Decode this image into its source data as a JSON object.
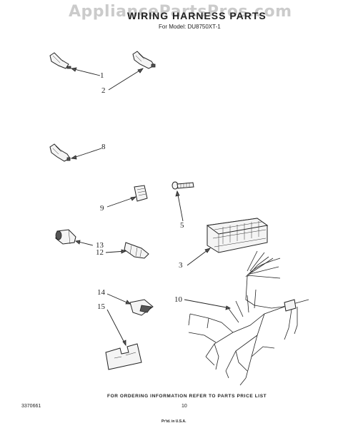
{
  "watermark": "AppliancePartsPros.com",
  "header": {
    "title": "WIRING HARNESS PARTS",
    "subtitle": "For Model: DU8750XT-1"
  },
  "callouts": {
    "c1": "1",
    "c2": "2",
    "c3": "3",
    "c5": "5",
    "c8": "8",
    "c9": "9",
    "c10": "10",
    "c12": "12",
    "c13": "13",
    "c14": "14",
    "c15": "15"
  },
  "footer": {
    "ordering_note": "FOR ORDERING INFORMATION REFER TO PARTS PRICE LIST",
    "doc_number": "3370661",
    "page_number": "10",
    "print_code": "Pr'td. in U.S.A."
  }
}
